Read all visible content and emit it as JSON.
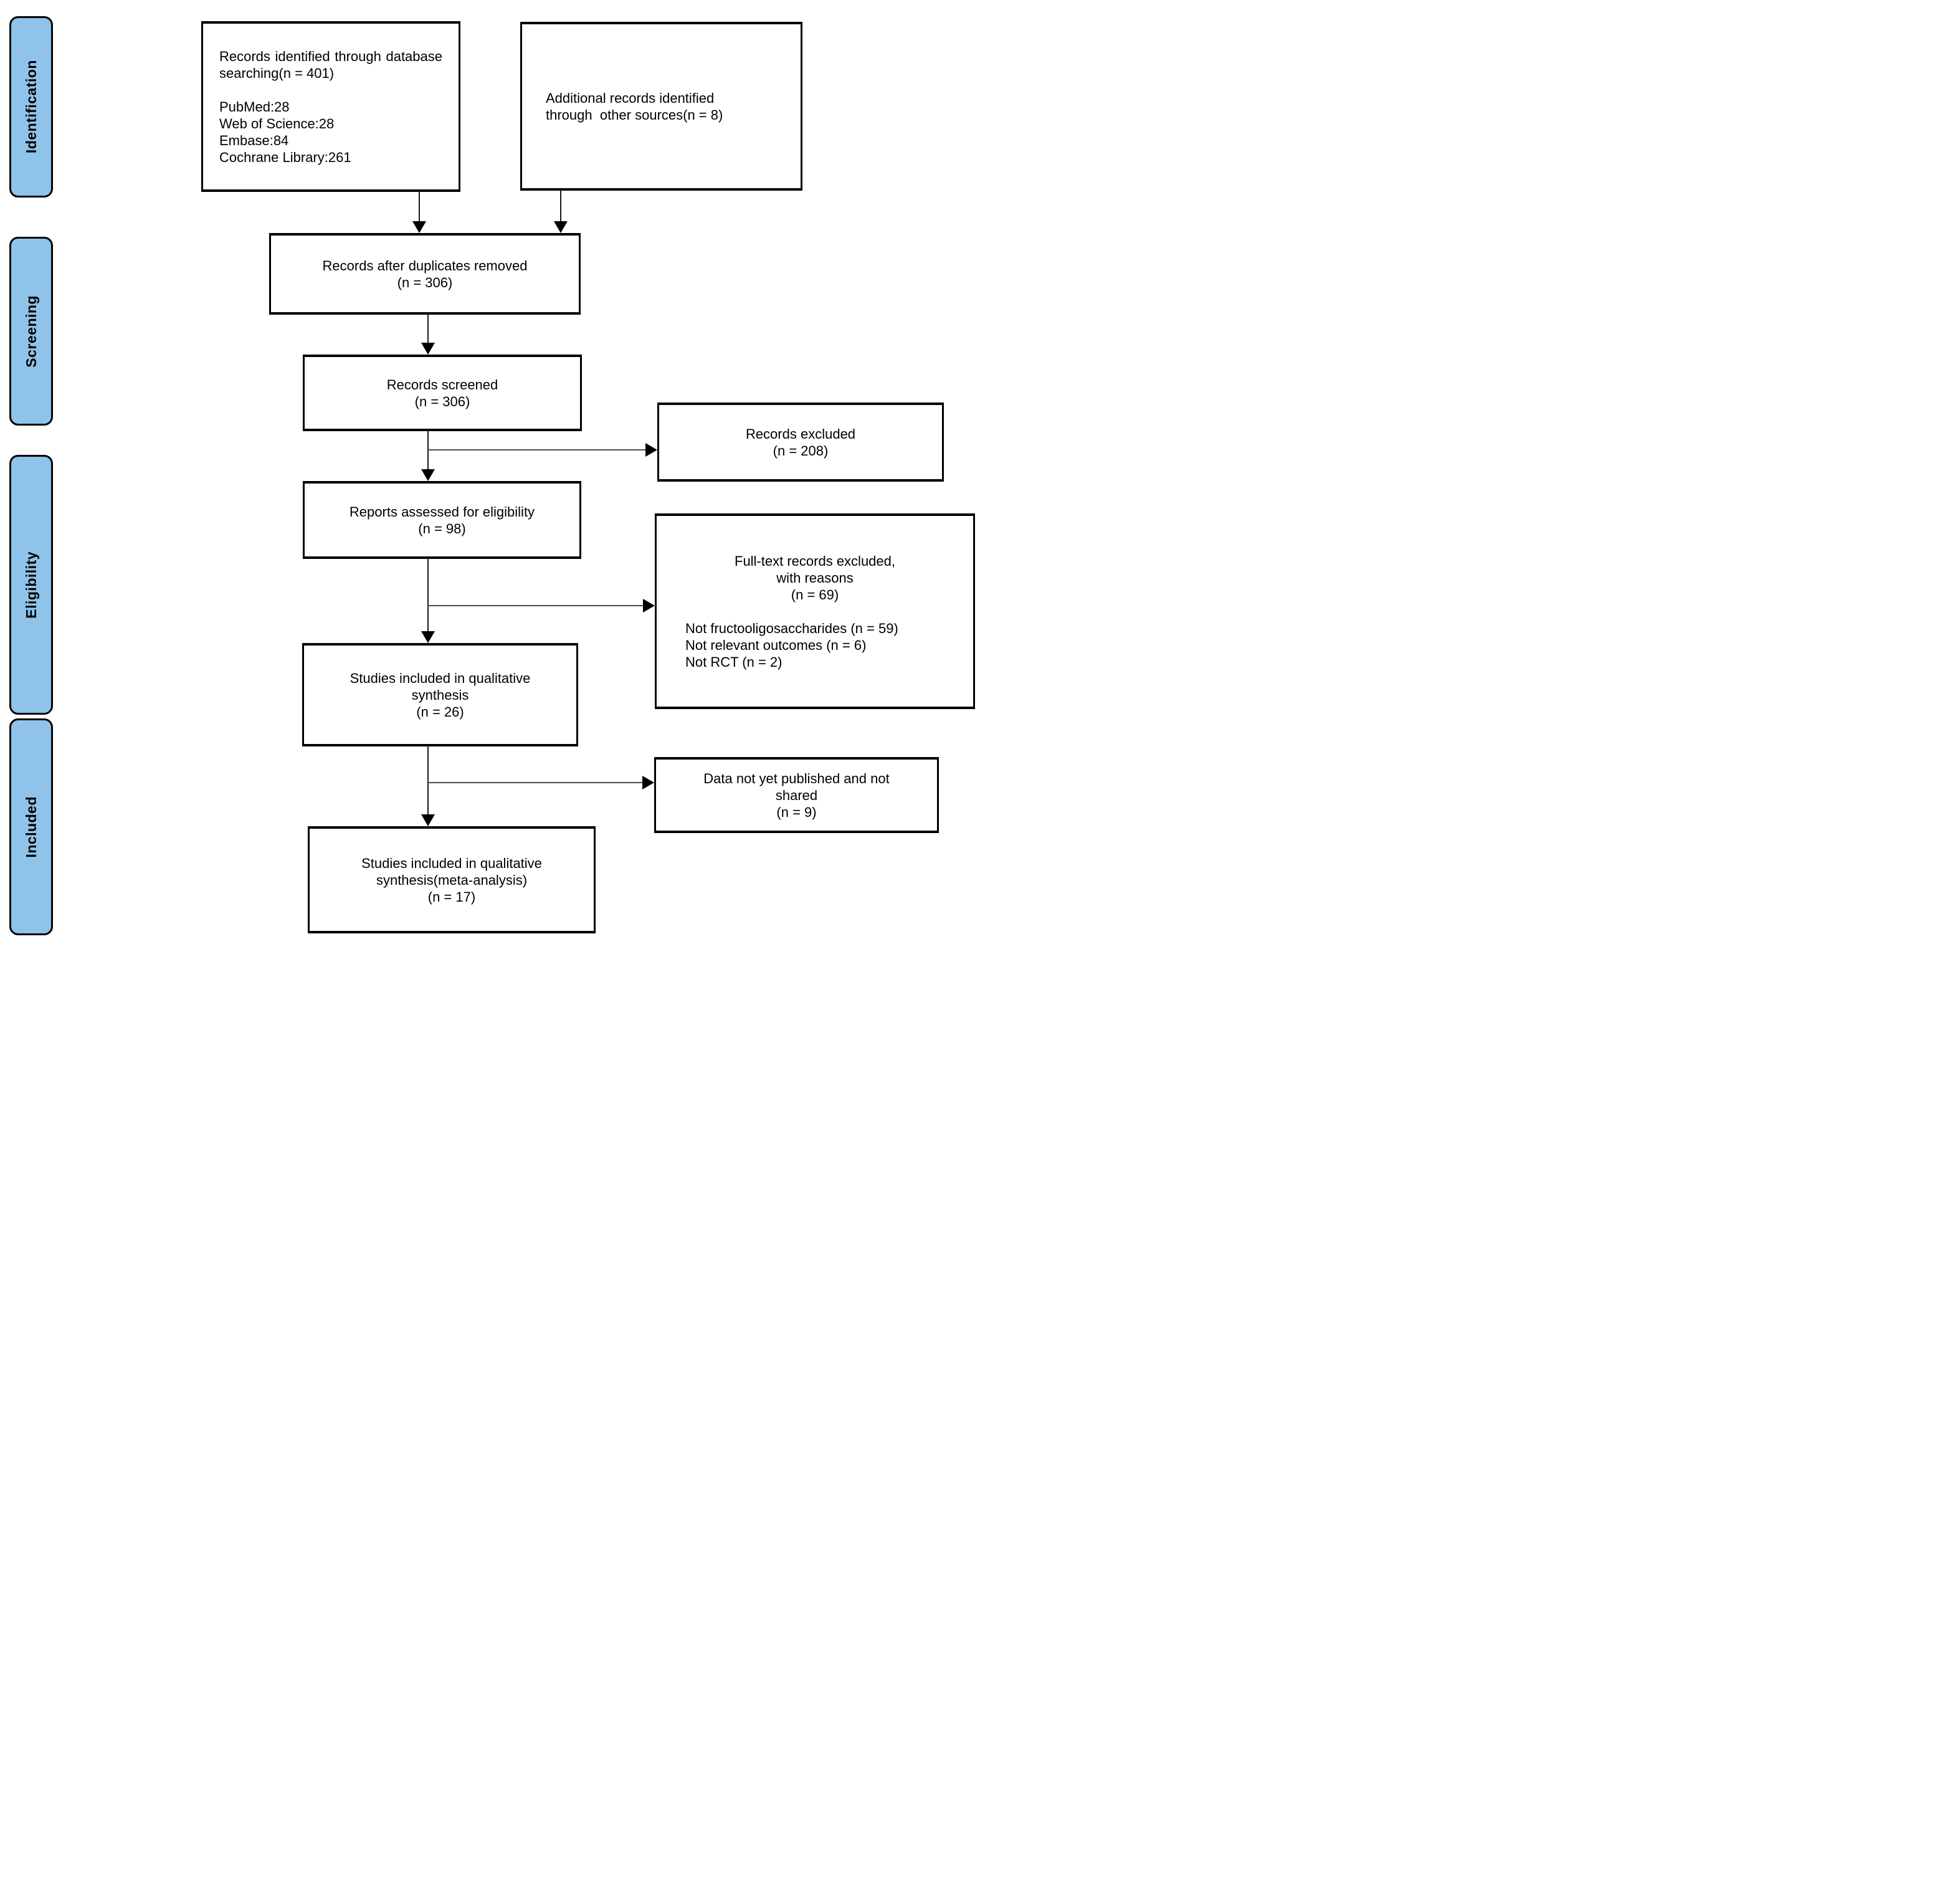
{
  "stages": [
    {
      "label": "Identification"
    },
    {
      "label": "Screening"
    },
    {
      "label": "Eligibility"
    },
    {
      "label": "Included"
    }
  ],
  "boxes": {
    "identified": {
      "heading": "Records identified through database searching(n = 401)",
      "sources": [
        "PubMed:28",
        "Web of Science:28",
        "Embase:84",
        "Cochrane Library:261"
      ]
    },
    "additional": {
      "lines": [
        "Additional records identified",
        "through  other sources(n = 8)"
      ]
    },
    "duplicates": {
      "lines": [
        "Records after duplicates removed",
        "(n = 306)"
      ]
    },
    "screened": {
      "lines": [
        "Records screened",
        "(n = 306)"
      ]
    },
    "records_excluded": {
      "lines": [
        "Records excluded",
        "(n = 208)"
      ]
    },
    "assessed": {
      "lines": [
        "Reports assessed for eligibility",
        "(n = 98)"
      ]
    },
    "fulltext_excluded": {
      "lines": [
        "Full-text records excluded,",
        "with reasons",
        "(n = 69)"
      ],
      "reasons": [
        "Not fructooligosaccharides (n = 59)",
        "Not relevant outcomes (n = 6)",
        "Not RCT (n = 2)"
      ]
    },
    "qualitative": {
      "lines": [
        "Studies included in qualitative",
        "synthesis",
        "(n = 26)"
      ]
    },
    "not_published": {
      "lines": [
        "Data not yet published and not",
        "shared",
        "(n = 9)"
      ]
    },
    "meta_analysis": {
      "lines": [
        "Studies included in qualitative",
        "synthesis(meta-analysis)",
        "(n = 17)"
      ]
    }
  },
  "colors": {
    "stage_fill": "#8FC3E9",
    "box_border": "#000000"
  }
}
